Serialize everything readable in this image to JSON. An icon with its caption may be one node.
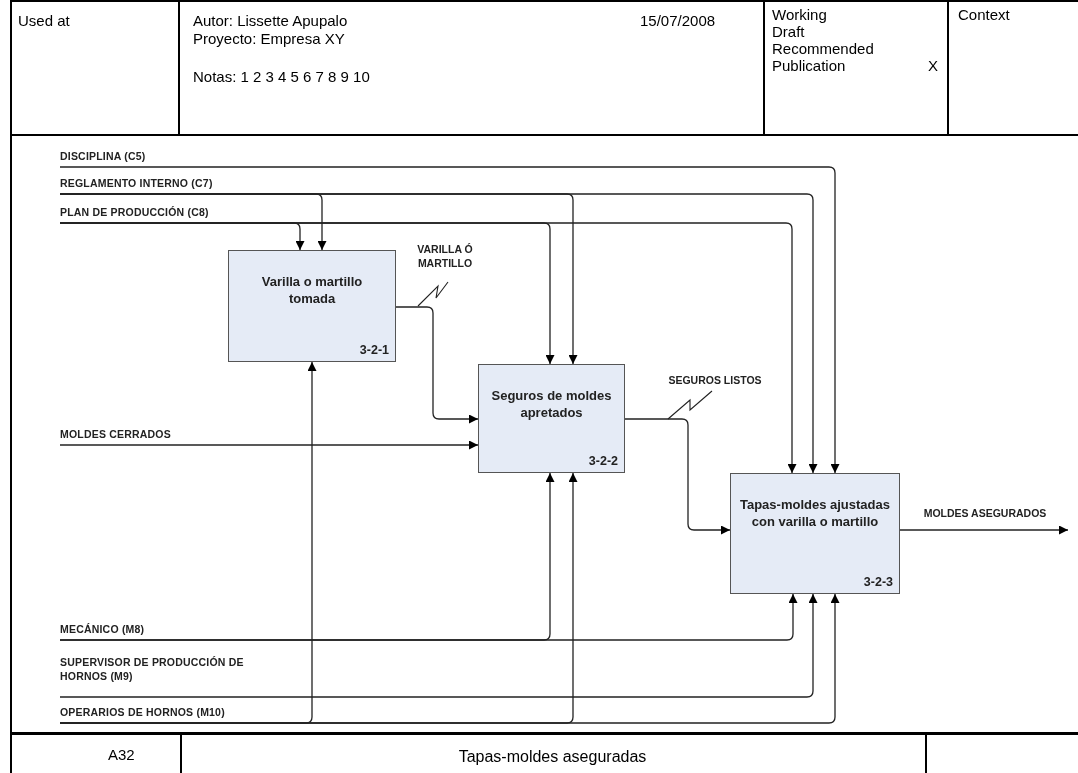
{
  "diagram": {
    "title": "Tapas-moldes aseguradas",
    "nodes": [
      {
        "text": [
          "DISCIPLINA (C5)"
        ]
      },
      {
        "text": [
          "REGLAMENTO INTERNO (C7)"
        ]
      },
      {
        "text": [
          "PLAN DE PRODUCCIÓN (C8)"
        ]
      },
      {
        "text": [
          "Varilla o martillo tomada",
          "3-2-1"
        ]
      },
      {
        "text": [
          "Seguros de moldes apretados",
          "3-2-2"
        ]
      },
      {
        "text": [
          "Tapas-moldes ajustadas con varilla o martillo",
          "3-2-3"
        ]
      },
      {
        "text": [
          "MOLDES CERRADOS"
        ]
      },
      {
        "text": [
          "MECÁNICO (M8)"
        ]
      },
      {
        "text": [
          "SUPERVISOR DE PRODUCCIÓN DE HORNOS (M9)"
        ]
      },
      {
        "text": [
          "OPERARIOS DE HORNOS (M10)"
        ]
      }
    ],
    "edges": [
      {
        "from": 0,
        "to": 5,
        "arrow": "to"
      },
      {
        "from": 1,
        "to": 3,
        "arrow": "to"
      },
      {
        "from": 1,
        "to": 4,
        "arrow": "to"
      },
      {
        "from": 1,
        "to": 5,
        "arrow": "to"
      },
      {
        "from": 2,
        "to": 3,
        "arrow": "to"
      },
      {
        "from": 2,
        "to": 4,
        "arrow": "to"
      },
      {
        "from": 2,
        "to": 5,
        "arrow": "to"
      },
      {
        "from": 6,
        "to": 4,
        "arrow": "to"
      },
      {
        "from": 3,
        "to": 4,
        "arrow": "to",
        "label": "VARILLA Ó MARTILLO"
      },
      {
        "from": 4,
        "to": 5,
        "arrow": "to",
        "label": "SEGUROS LISTOS"
      },
      {
        "from": 5,
        "to": null,
        "arrow": "to",
        "label": "MOLDES ASEGURADOS"
      },
      {
        "from": 7,
        "to": 4,
        "arrow": "to"
      },
      {
        "from": 7,
        "to": 5,
        "arrow": "to"
      },
      {
        "from": 8,
        "to": 5,
        "arrow": "to"
      },
      {
        "from": 9,
        "to": 3,
        "arrow": "to"
      },
      {
        "from": 9,
        "to": 4,
        "arrow": "to"
      },
      {
        "from": 9,
        "to": 5,
        "arrow": "to"
      }
    ],
    "labels": [
      "Used at",
      "Autor: Lissette Apupalo",
      "Proyecto: Empresa XY",
      "Notas: 1 2 3 4 5 6 7 8 9 10",
      "15/07/2008",
      "Working",
      "Draft",
      "Recommended",
      "Publication",
      "X",
      "Context",
      "A32"
    ]
  }
}
